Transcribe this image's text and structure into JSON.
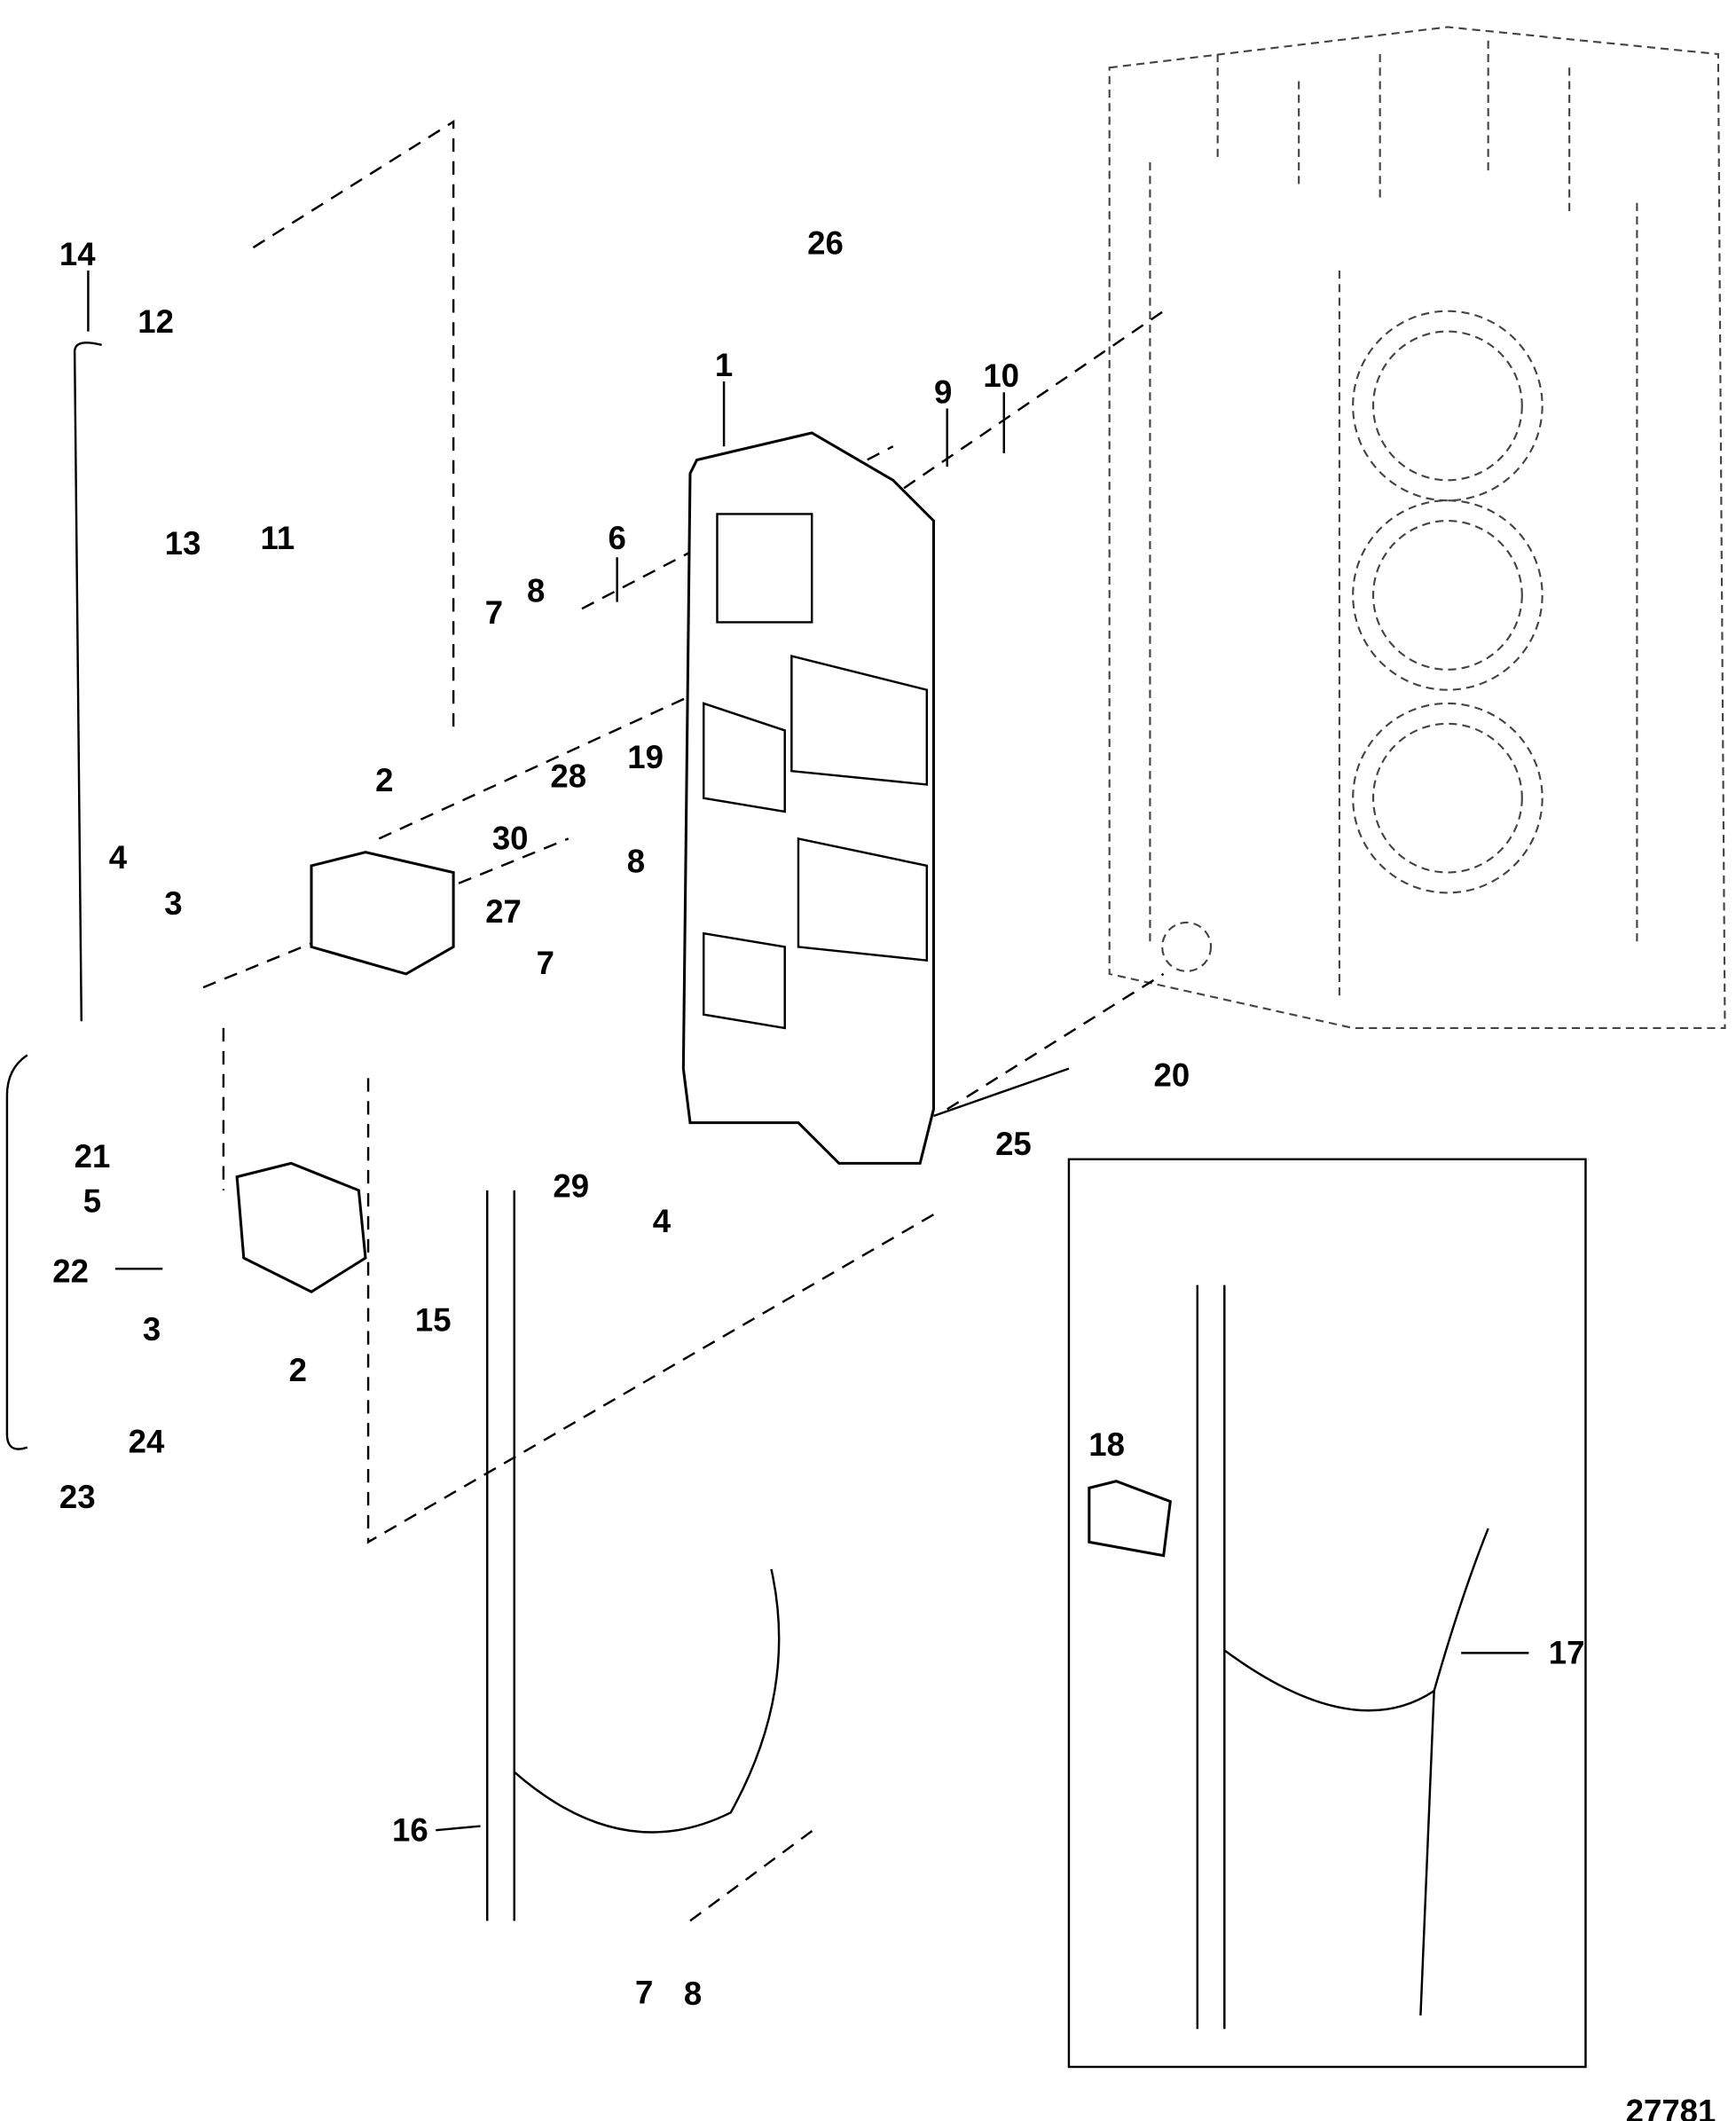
{
  "diagram_id": "27781",
  "callouts": [
    "14",
    "12",
    "13",
    "11",
    "26",
    "1",
    "9",
    "10",
    "6",
    "7",
    "8",
    "19",
    "30",
    "28",
    "27",
    "8",
    "7",
    "2",
    "4",
    "3",
    "21",
    "5",
    "22",
    "3",
    "2",
    "24",
    "23",
    "15",
    "29",
    "4",
    "25",
    "20",
    "18",
    "17",
    "16",
    "7",
    "8"
  ]
}
